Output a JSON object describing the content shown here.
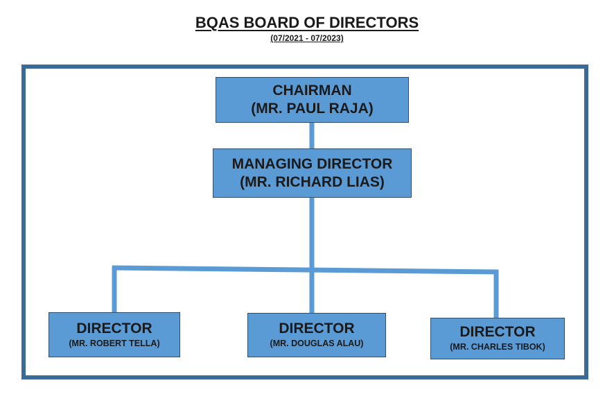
{
  "header": {
    "title": "BQAS BOARD OF DIRECTORS",
    "subtitle": "(07/2021 - 07/2023)"
  },
  "colors": {
    "node_fill": "#5b9bd5",
    "connector": "#5b9bd5",
    "frame_border": "#3a6a96"
  },
  "org_chart": {
    "chairman": {
      "role": "CHAIRMAN",
      "name": "(MR. PAUL RAJA)"
    },
    "managing_director": {
      "role": "MANAGING DIRECTOR",
      "name": "(MR. RICHARD LIAS)"
    },
    "directors": [
      {
        "role": "DIRECTOR",
        "name": "(MR. ROBERT TELLA)"
      },
      {
        "role": "DIRECTOR",
        "name": "(MR. DOUGLAS ALAU)"
      },
      {
        "role": "DIRECTOR",
        "name": "(MR. CHARLES TIBOK)"
      }
    ]
  }
}
